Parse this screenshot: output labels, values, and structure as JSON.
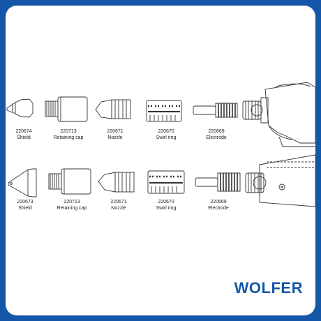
{
  "colors": {
    "brand_blue": "#1457a8",
    "line": "#333333",
    "panel": "#ffffff"
  },
  "brand": {
    "name": "WOLFER"
  },
  "rows": [
    {
      "parts": [
        {
          "code": "220674",
          "name": "Shield"
        },
        {
          "code": "220713",
          "name": "Retaining cap"
        },
        {
          "code": "220671",
          "name": "Nozzle"
        },
        {
          "code": "220670",
          "name": "Swirl ring"
        },
        {
          "code": "220669",
          "name": "Electrode"
        }
      ]
    },
    {
      "parts": [
        {
          "code": "220673",
          "name": "Shield"
        },
        {
          "code": "220713",
          "name": "Retaining cap"
        },
        {
          "code": "220671",
          "name": "Nozzle"
        },
        {
          "code": "220670",
          "name": "Swirl ring"
        },
        {
          "code": "220669",
          "name": "Electrode"
        }
      ]
    }
  ]
}
